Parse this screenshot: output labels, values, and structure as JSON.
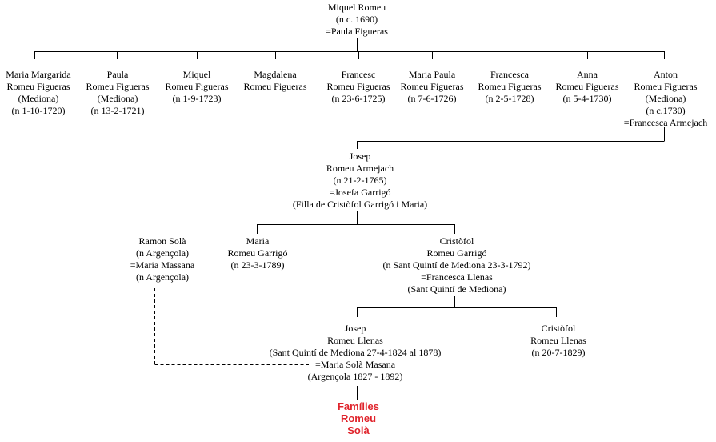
{
  "nodes": {
    "miquel_romeu": [
      "Miquel Romeu",
      "(n c. 1690)",
      "=Paula Figueras"
    ],
    "maria_margarida": [
      "Maria Margarida",
      "Romeu Figueras",
      "(Mediona)",
      "(n 1-10-1720)"
    ],
    "paula": [
      "Paula",
      "Romeu Figueras",
      "(Mediona)",
      "(n 13-2-1721)"
    ],
    "miquel": [
      "Miquel",
      "Romeu Figueras",
      "(n 1-9-1723)"
    ],
    "magdalena": [
      "Magdalena",
      "Romeu Figueras"
    ],
    "francesc": [
      "Francesc",
      "Romeu Figueras",
      "(n 23-6-1725)"
    ],
    "maria_paula": [
      "Maria Paula",
      "Romeu Figueras",
      "(n 7-6-1726)"
    ],
    "francesca": [
      "Francesca",
      "Romeu Figueras",
      "(n 2-5-1728)"
    ],
    "anna": [
      "Anna",
      "Romeu Figueras",
      "(n 5-4-1730)"
    ],
    "anton": [
      "Anton",
      "Romeu Figueras",
      "(Mediona)",
      "(n c.1730)",
      "=Francesca Armejach"
    ],
    "josep_armejach": [
      "Josep",
      "Romeu Armejach",
      "(n 21-2-1765)",
      "=Josefa Garrigó",
      "(Filla de Cristòfol Garrigó i Maria)"
    ],
    "ramon_sola": [
      "Ramon Solà",
      "(n Argençola)",
      "=Maria Massana",
      "(n Argençola)"
    ],
    "maria_garrigo": [
      "Maria",
      "Romeu Garrigó",
      "(n 23-3-1789)"
    ],
    "cristofol_garrigo": [
      "Cristòfol",
      "Romeu Garrigó",
      "(n Sant Quintí de Mediona 23-3-1792)",
      "=Francesca Llenas",
      "(Sant Quintí de Mediona)"
    ],
    "josep_llenas": [
      "Josep",
      "Romeu Llenas",
      "(Sant Quintí de Mediona 27-4-1824 al 1878)",
      "=Maria Solà Masana",
      "(Argençola 1827 - 1892)"
    ],
    "cristofol_llenas": [
      "Cristòfol",
      "Romeu Llenas",
      "(n 20-7-1829)"
    ]
  },
  "families_link": {
    "lines": [
      "Famílies",
      "Romeu",
      "Solà"
    ],
    "color": "#e0242c"
  },
  "line_color": "#000000"
}
